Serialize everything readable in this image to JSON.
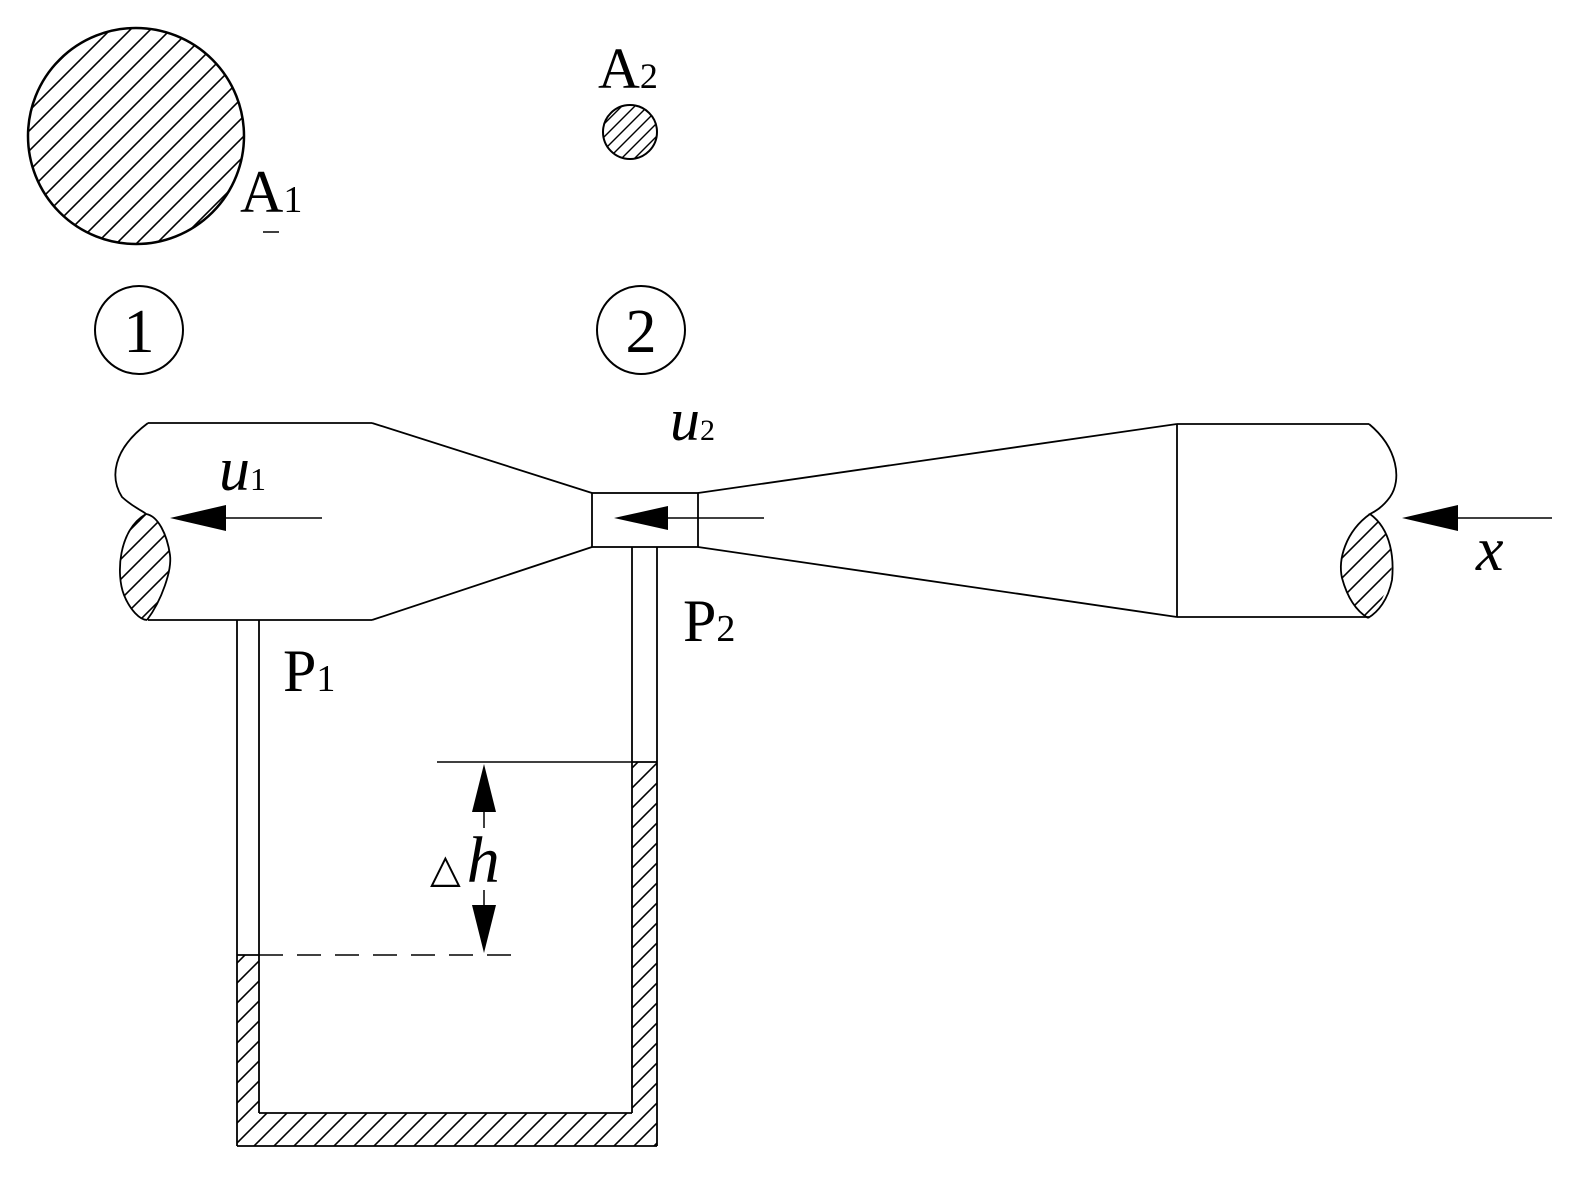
{
  "cross_sections": {
    "a1": {
      "letter": "A",
      "index": "1"
    },
    "a2": {
      "letter": "A",
      "index": "2"
    }
  },
  "sections": {
    "one": "1",
    "two": "2"
  },
  "velocities": {
    "u1": {
      "symbol": "u",
      "index": "1"
    },
    "u2": {
      "symbol": "u",
      "index": "2"
    }
  },
  "pressures": {
    "p1": {
      "symbol": "P",
      "index": "1"
    },
    "p2": {
      "symbol": "P",
      "index": "2"
    }
  },
  "height_difference": {
    "delta": "△",
    "symbol": "h"
  },
  "flow_direction": {
    "symbol": "x"
  },
  "colors": {
    "line": "#000000",
    "background": "#ffffff"
  }
}
